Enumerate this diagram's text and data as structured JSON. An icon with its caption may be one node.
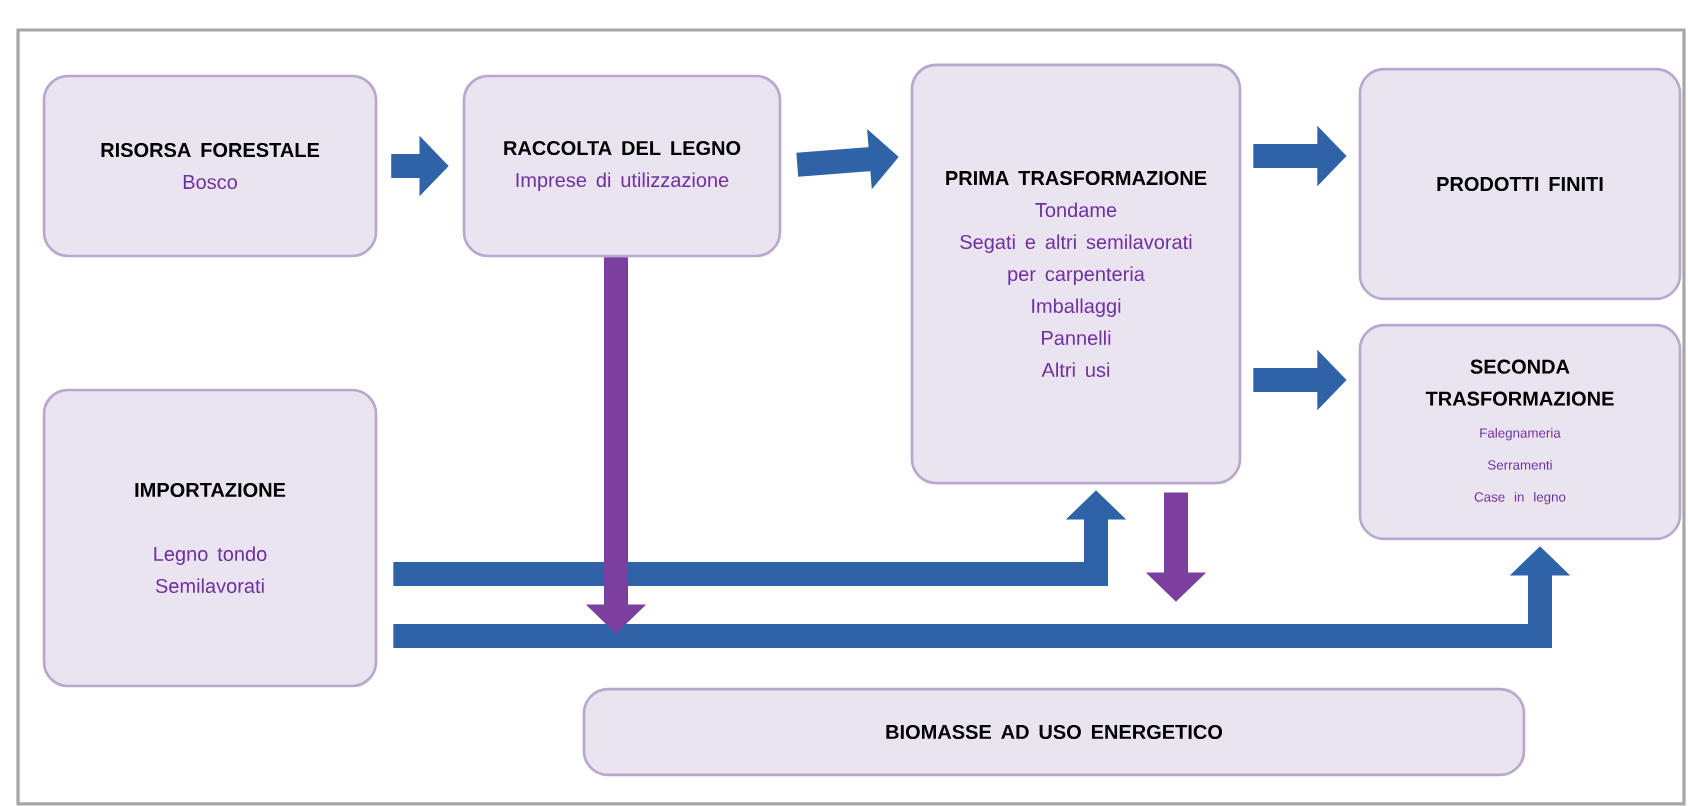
{
  "diagram": {
    "nodes": [
      {
        "text": [
          "RISORSA FORESTALE",
          "Bosco"
        ]
      },
      {
        "text": [
          "RACCOLTA DEL LEGNO",
          "Imprese di utilizzazione"
        ]
      },
      {
        "text": [
          "PRIMA TRASFORMAZIONE",
          "Tondame",
          "Segati e altri semilavorati per carpenteria",
          "Imballaggi",
          "Pannelli",
          "Altri usi"
        ]
      },
      {
        "text": [
          "PRODOTTI FINITI"
        ]
      },
      {
        "text": [
          "SECONDA TRASFORMAZIONE",
          "Falegnameria",
          "Serramenti",
          "Case in legno"
        ]
      },
      {
        "text": [
          "IMPORTAZIONE",
          "Legno tondo",
          "Semilavorati"
        ]
      },
      {
        "text": [
          "BIOMASSE AD USO ENERGETICO"
        ]
      }
    ],
    "edges": [
      {
        "from": 0,
        "to": 1,
        "arrow": "to"
      },
      {
        "from": 1,
        "to": 2,
        "arrow": "to"
      },
      {
        "from": 2,
        "to": 3,
        "arrow": "to"
      },
      {
        "from": 2,
        "to": 4,
        "arrow": "to"
      },
      {
        "from": 5,
        "to": 2,
        "arrow": "to"
      },
      {
        "from": 5,
        "to": 4,
        "arrow": "to"
      },
      {
        "from": 1,
        "to": 6,
        "arrow": "to",
        "color": "#7b3fa0"
      },
      {
        "from": 2,
        "to": 6,
        "arrow": "to",
        "color": "#7b3fa0"
      }
    ]
  }
}
